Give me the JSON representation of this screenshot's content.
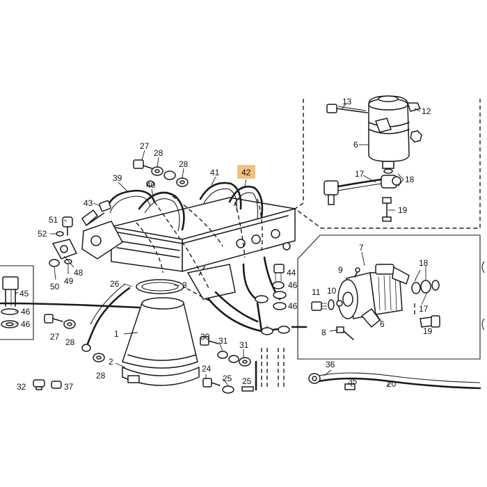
{
  "highlight_color": "#f6c27a",
  "callouts": {
    "c13": "13",
    "c12": "12",
    "c6a": "6",
    "c17a": "17",
    "c18a": "18",
    "c19a": "19",
    "c27a": "27",
    "c28a": "28",
    "c28b": "28",
    "c39": "39",
    "c40": "40",
    "c41": "41",
    "c42": "42",
    "c43": "43",
    "c51": "51",
    "c52": "52",
    "c48": "48",
    "c49": "49",
    "c50": "50",
    "c45": "45",
    "c46a": "46",
    "c46b": "46",
    "c26": "26",
    "c3": "3",
    "c44": "44",
    "c46c": "46",
    "c46d": "46",
    "c7": "7",
    "c9": "9",
    "c11": "11",
    "c10": "10",
    "c6b": "6",
    "c18b": "18",
    "c17b": "17",
    "c19b": "19",
    "c8": "8",
    "c1": "1",
    "c27b": "27",
    "c28c": "28",
    "c28d": "28",
    "c30": "30",
    "c31a": "31",
    "c31b": "31",
    "c24": "24",
    "c25a": "25",
    "c25b": "25",
    "c2": "2",
    "c32": "32",
    "c37": "37",
    "c36": "36",
    "c35": "35",
    "c20": "20"
  }
}
